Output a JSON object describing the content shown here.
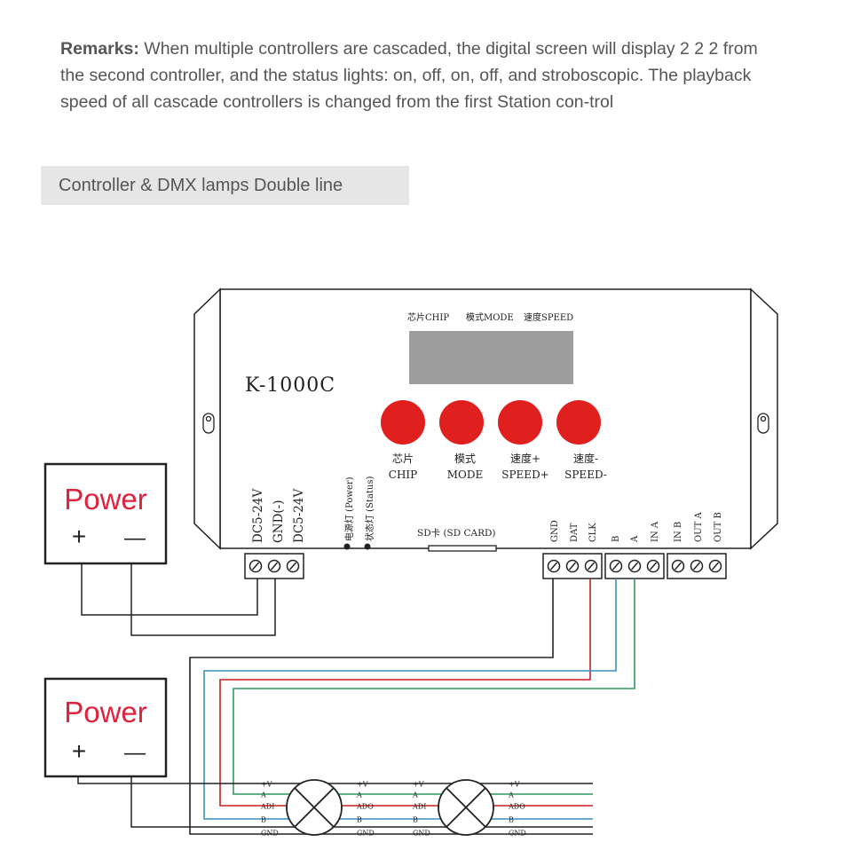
{
  "remarks": {
    "label": "Remarks:",
    "text": " When multiple controllers are cascaded, the digital screen will display 2 2 2 from the second controller, and the status lights: on, off, on, off, and stroboscopic. The playback speed of all cascade controllers is changed from the first Station con-trol"
  },
  "section_title": "Controller & DMX lamps Double line",
  "controller": {
    "model": "K-1000C",
    "display_labels": [
      "芯片CHIP",
      "模式MODE",
      "速度SPEED"
    ],
    "buttons": [
      {
        "cn": "芯片",
        "en": "CHIP"
      },
      {
        "cn": "模式",
        "en": "MODE"
      },
      {
        "cn": "速度+",
        "en": "SPEED+"
      },
      {
        "cn": "速度-",
        "en": "SPEED-"
      }
    ],
    "power_terminal_labels": [
      "DC5-24V",
      "GND(-)",
      "DC5-24V"
    ],
    "led_labels": [
      "电源灯 (Power)",
      "状态灯 (Status)"
    ],
    "sd_label": "SD卡 (SD CARD)",
    "signal_labels": [
      "GND",
      "DAT",
      "CLK"
    ],
    "dmx_in_labels": [
      "B",
      "A",
      "IN A"
    ],
    "dmx_out_labels": [
      "IN B",
      "OUT A",
      "OUT B"
    ]
  },
  "power_supplies": [
    {
      "title": "Power",
      "plus": "+",
      "minus": "—"
    },
    {
      "title": "Power",
      "plus": "+",
      "minus": "—"
    }
  ],
  "lamps": [
    {
      "in_labels": [
        "+V",
        "A",
        "ADI",
        "B",
        "GND"
      ],
      "out_labels": [
        "+V",
        "A",
        "ADO",
        "B",
        "GND"
      ]
    },
    {
      "in_labels": [
        "+V",
        "A",
        "ADI",
        "B",
        "GND"
      ],
      "out_labels": [
        "+V",
        "A",
        "ADO",
        "B",
        "GND"
      ]
    }
  ],
  "wire_colors": {
    "black": "#222222",
    "blue": "#3a8fc4",
    "red": "#c8201f",
    "green": "#2e9a5c"
  },
  "button_color": "#e01f1f",
  "power_text_color": "#e0223b"
}
